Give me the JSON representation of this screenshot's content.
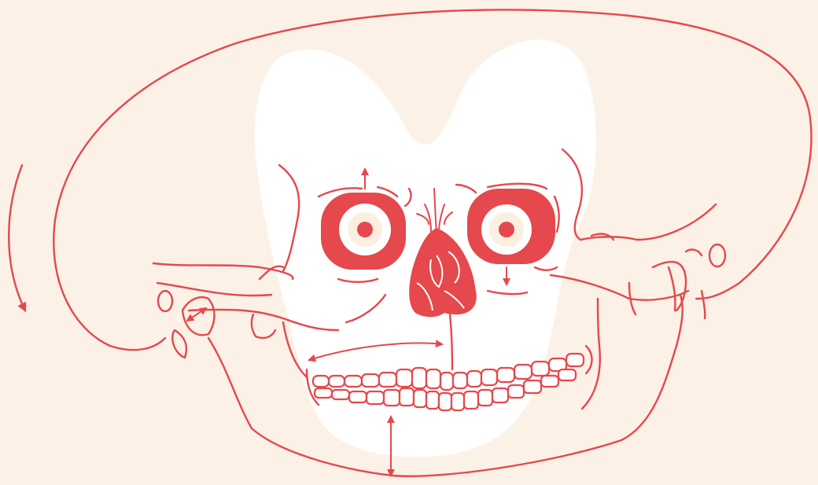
{
  "colors": {
    "background": "#FBF1E6",
    "accent": "#E5484D",
    "face_fill": "#FFFFFF",
    "iris": "#FBEFE2"
  },
  "illustration": {
    "subject": "skull-outline",
    "arrows": [
      "rotation-arrow-left",
      "orbit-up-arrow",
      "orbit-down-arrow",
      "cheek-width-arrow",
      "jaw-height-arrow",
      "joint-arrow"
    ]
  }
}
